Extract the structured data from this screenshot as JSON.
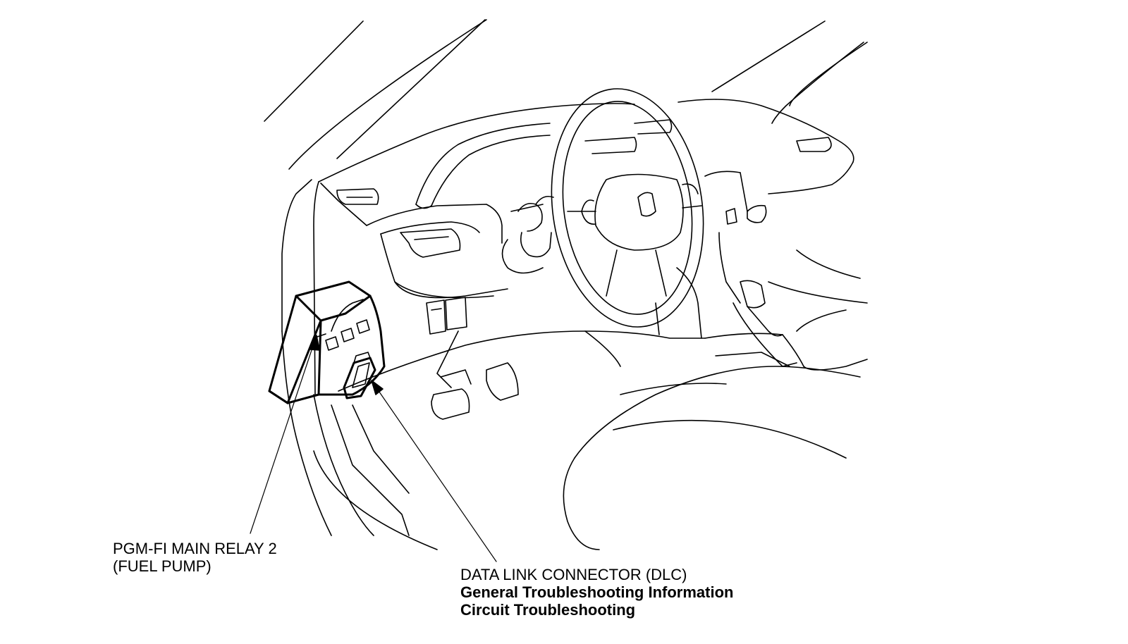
{
  "labels": {
    "relay": {
      "line1": "PGM-FI MAIN RELAY 2",
      "line2": "(FUEL PUMP)"
    },
    "dlc": {
      "title": "DATA LINK CONNECTOR (DLC)",
      "links": [
        "General Troubleshooting Information",
        "Circuit Troubleshooting"
      ]
    }
  },
  "line_color": "#000000",
  "background_color": "#ffffff"
}
